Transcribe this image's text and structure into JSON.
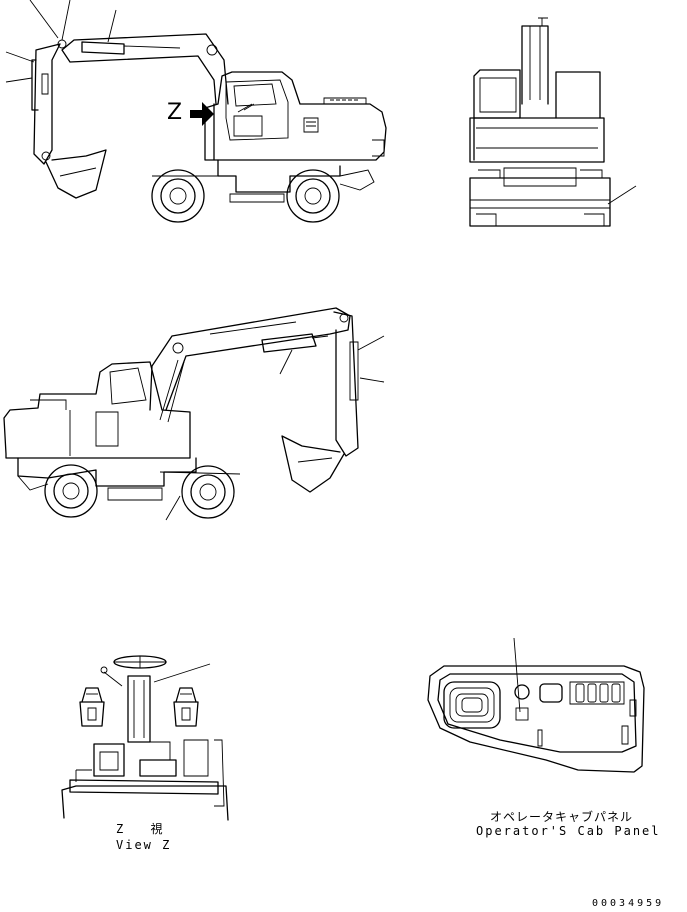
{
  "labels": {
    "view_z_letter": "Z",
    "view_z_jp": "Z 視",
    "view_z_en": "View Z",
    "cab_panel_jp": "オペレータキャブパネル",
    "cab_panel_en": "Operator'S Cab Panel",
    "drawing_number": "00034959"
  }
}
